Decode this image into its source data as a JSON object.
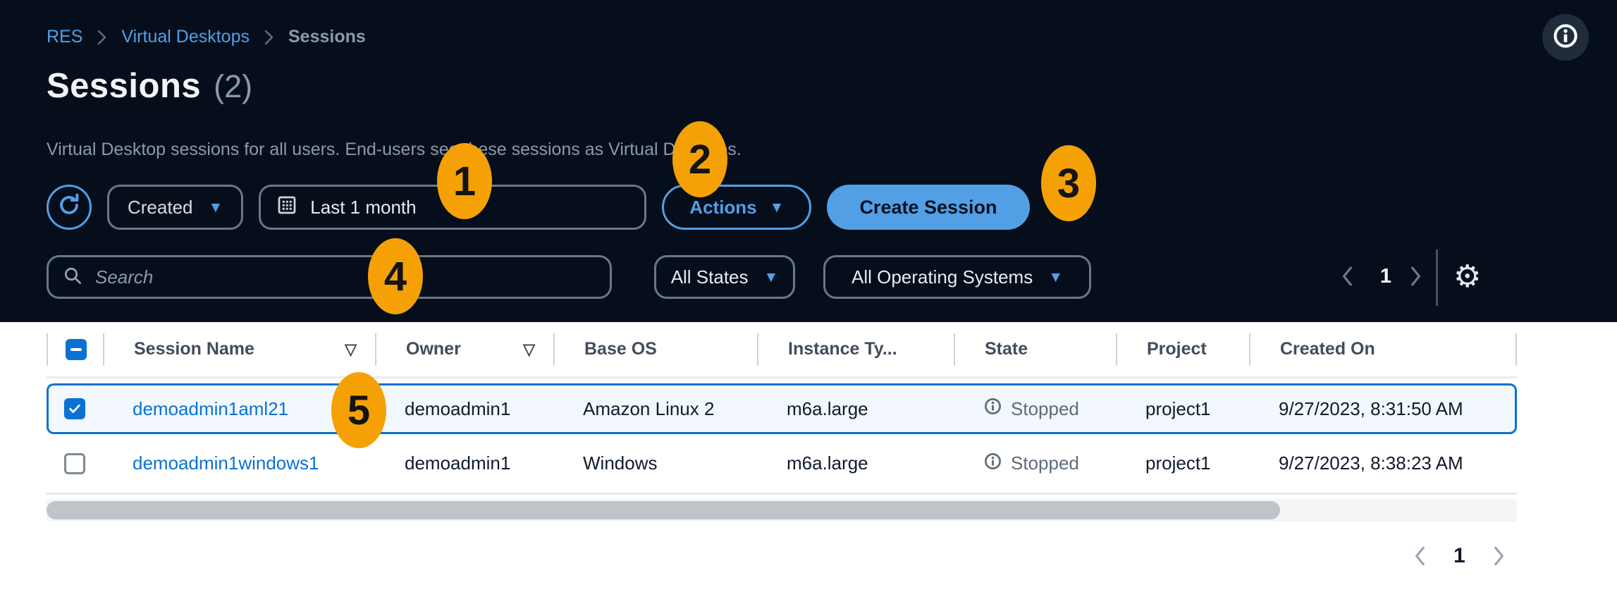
{
  "breadcrumb": {
    "home": "RES",
    "section": "Virtual Desktops",
    "current": "Sessions"
  },
  "header": {
    "title": "Sessions",
    "count": "(2)",
    "description": "Virtual Desktop sessions for all users. End-users see these sessions as Virtual Desktops."
  },
  "toolbar": {
    "sort_by": "Created",
    "date_range": "Last 1 month",
    "actions": "Actions",
    "create_session": "Create Session"
  },
  "filters": {
    "search_placeholder": "Search",
    "states": "All States",
    "operating_systems": "All Operating Systems"
  },
  "pagination": {
    "current_page": "1"
  },
  "table": {
    "columns": {
      "session_name": "Session Name",
      "owner": "Owner",
      "base_os": "Base OS",
      "instance_type": "Instance Ty...",
      "state": "State",
      "project": "Project",
      "created_on": "Created On"
    },
    "rows": [
      {
        "session_name": "demoadmin1aml21",
        "owner": "demoadmin1",
        "base_os": "Amazon Linux 2",
        "instance_type": "m6a.large",
        "state": "Stopped",
        "project": "project1",
        "created_on": "9/27/2023, 8:31:50 AM",
        "selected": true
      },
      {
        "session_name": "demoadmin1windows1",
        "owner": "demoadmin1",
        "base_os": "Windows",
        "instance_type": "m6a.large",
        "state": "Stopped",
        "project": "project1",
        "created_on": "9/27/2023, 8:38:23 AM",
        "selected": false
      }
    ]
  },
  "annotations": {
    "steps": [
      "1",
      "2",
      "3",
      "4",
      "5"
    ]
  },
  "icons": {
    "caret_down": "▼",
    "sort_caret": "▽",
    "gear": "⚙"
  },
  "colors": {
    "dark_background": "#060e1c",
    "accent_dark_mode": "#539fe5",
    "accent_light_mode": "#0972d3",
    "annotation_orange": "#f5a105",
    "muted_text": "#8d99a8",
    "state_gray": "#5f6b7a",
    "selected_row_bg": "#f2f8fd"
  }
}
